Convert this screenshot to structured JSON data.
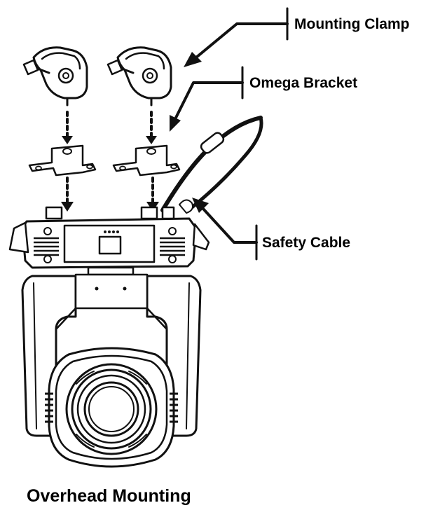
{
  "labels": {
    "mounting_clamp": "Mounting Clamp",
    "omega_bracket": "Omega Bracket",
    "safety_cable": "Safety Cable"
  },
  "caption": "Overhead Mounting",
  "colors": {
    "ink": "#000000",
    "background": "#ffffff"
  }
}
